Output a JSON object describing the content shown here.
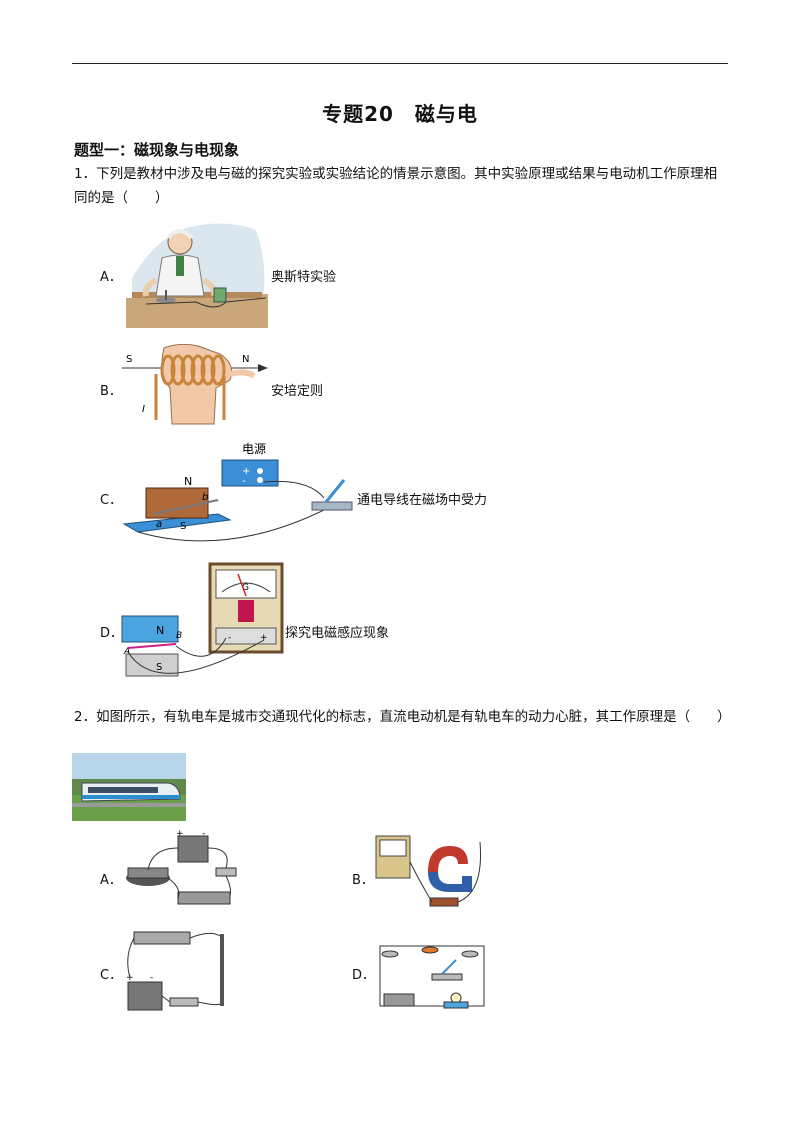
{
  "title": "专题20　磁与电",
  "section": "题型一：磁现象与电现象",
  "q1": {
    "text": "1．下列是教材中涉及电与磁的探究实验或实验结论的情景示意图。其中实验原理或结果与电动机工作原理相同的是（　　）",
    "options": [
      {
        "label": "A．",
        "caption": "奥斯特实验"
      },
      {
        "label": "B．",
        "caption": "安培定则"
      },
      {
        "label": "C．",
        "caption": "通电导线在磁场中受力"
      },
      {
        "label": "D．",
        "caption": "探究电磁感应现象"
      }
    ],
    "figB_labels": {
      "s": "S",
      "n": "N",
      "i": "I"
    },
    "figC_labels": {
      "source": "电源",
      "n": "N",
      "s": "S",
      "a": "a",
      "b": "b",
      "plus": "+",
      "minus": "-"
    },
    "figD_labels": {
      "g": "G",
      "n": "N",
      "s": "S",
      "a": "A",
      "b": "B",
      "minus": "-",
      "plus": "+"
    }
  },
  "q2": {
    "text": "2．如图所示，有轨电车是城市交通现代化的标志，直流电动机是有轨电车的动力心脏，其工作原理是（　　）",
    "options": [
      {
        "label": "A．"
      },
      {
        "label": "B．"
      },
      {
        "label": "C．"
      },
      {
        "label": "D．"
      }
    ],
    "figA_labels": {
      "plus": "+",
      "minus": "-"
    },
    "figC_labels": {
      "plus": "+",
      "minus": "-"
    }
  }
}
